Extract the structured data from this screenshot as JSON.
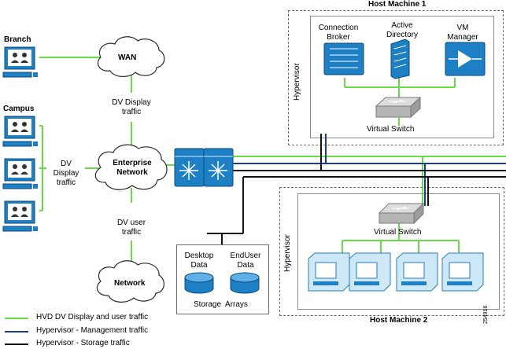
{
  "diagram": {
    "host1_title": "Host Machine 1",
    "host2_title": "Host Machine 2",
    "hypervisor_label_1": "Hypervisor",
    "hypervisor_label_2": "Hypervisor",
    "connection_broker": "Connection Broker",
    "active_directory": "Active Directory",
    "vm_manager": "VM Manager",
    "virtual_switch_1": "Virtual Switch",
    "virtual_switch_2": "Virtual Switch",
    "branch": "Branch",
    "campus": "Campus",
    "wan": "WAN",
    "enterprise_network": "Enterprise Network",
    "network": "Network",
    "dv_display_traffic_top": "DV Display traffic",
    "dv_display_traffic_left": "DV Display traffic",
    "dv_user_traffic": "DV user traffic",
    "desktop_data": "Desktop Data",
    "enduser_data": "EndUser Data",
    "storage_arrays": "Storage  Arrays",
    "figure_id": "254916"
  },
  "legend": [
    {
      "label": "HVD DV Display and user traffic",
      "color": "#66dd44"
    },
    {
      "label": "Hypervisor - Management traffic",
      "color": "#1a3a9e"
    },
    {
      "label": "Hypervisor - Storage traffic",
      "color": "#111111"
    }
  ],
  "colors": {
    "user_traffic": "#66dd44",
    "management": "#1a3a9e",
    "storage": "#111111",
    "device_blue": "#1d7fc4",
    "cloud_stroke": "#2a2a2a"
  }
}
